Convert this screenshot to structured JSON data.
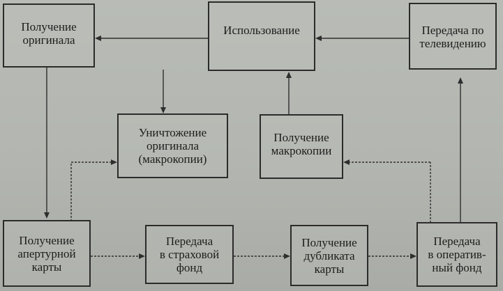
{
  "diagram": {
    "nodes": {
      "original": "Получение\nоригинала",
      "usage": "Использование",
      "tv": "Передача по\nтелевидению",
      "destroy": "Уничтожение\nоригинала\n(макрокопии)",
      "macro": "Получение\nмакрокопии",
      "aperture": "Получение\nапертурной\nкарты",
      "insurance": "Передача\nв страховой\nфонд",
      "duplicate": "Получение\nдубликата\nкарты",
      "operative": "Передача\nв оператив-\nный фонд"
    },
    "edges": [
      {
        "from": "usage",
        "to": "original"
      },
      {
        "from": "tv",
        "to": "usage"
      },
      {
        "from": "usage",
        "to": "destroy"
      },
      {
        "from": "macro",
        "to": "usage"
      },
      {
        "from": "original",
        "to": "aperture"
      },
      {
        "from": "aperture",
        "to": "destroy"
      },
      {
        "from": "aperture",
        "to": "insurance"
      },
      {
        "from": "insurance",
        "to": "duplicate"
      },
      {
        "from": "duplicate",
        "to": "operative"
      },
      {
        "from": "operative",
        "to": "macro"
      },
      {
        "from": "operative",
        "to": "tv"
      }
    ]
  }
}
